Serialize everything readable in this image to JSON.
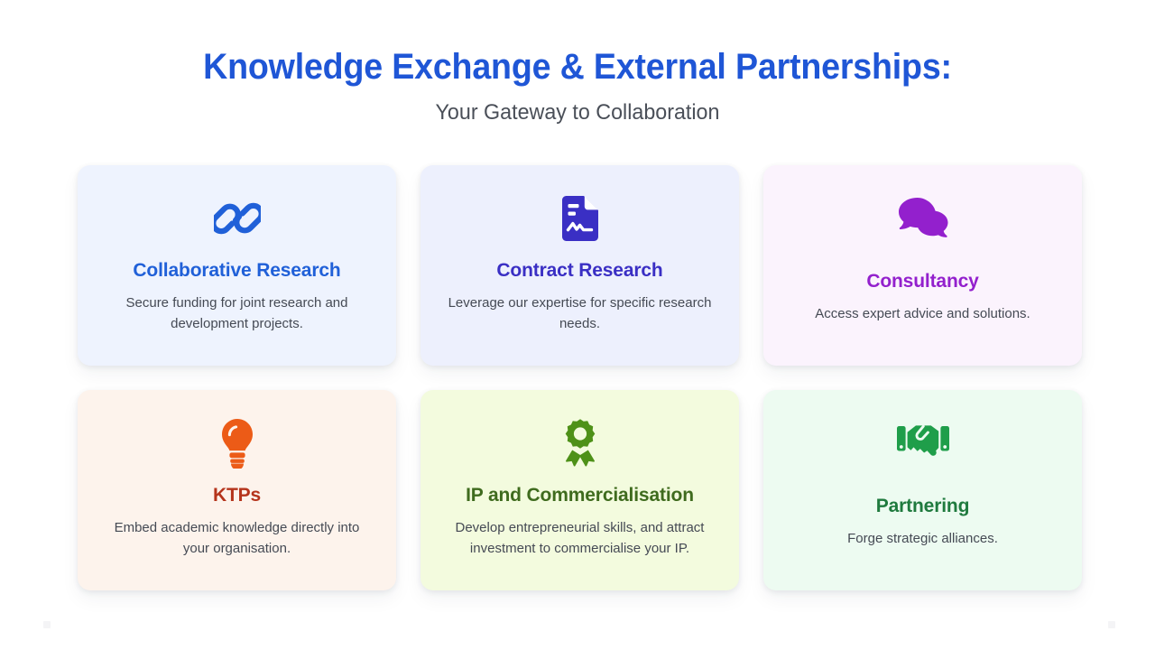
{
  "header": {
    "title": "Knowledge Exchange & External Partnerships:",
    "subtitle": "Your Gateway to Collaboration",
    "title_color": "#1f56d6",
    "subtitle_color": "#4a4f58"
  },
  "cards": [
    {
      "icon": "chain-link-icon",
      "title": "Collaborative Research",
      "description": "Secure funding for joint research and development projects.",
      "accent_color": "#2060d8",
      "background_color": "#eef3fe"
    },
    {
      "icon": "document-chart-icon",
      "title": "Contract Research",
      "description": "Leverage our expertise for specific research needs.",
      "accent_color": "#3a2fc4",
      "background_color": "#edf0fd"
    },
    {
      "icon": "speech-bubbles-icon",
      "title": "Consultancy",
      "description": "Access expert advice and solutions.",
      "accent_color": "#9320cd",
      "background_color": "#fbf3fd"
    },
    {
      "icon": "lightbulb-icon",
      "title": "KTPs",
      "description": "Embed academic knowledge directly into your organisation.",
      "accent_color": "#b5341c",
      "background_color": "#fdf3ec"
    },
    {
      "icon": "award-ribbon-icon",
      "title": "IP and Commercialisation",
      "description": "Develop entrepreneurial skills, and attract investment to commercialise your IP.",
      "accent_color": "#3f6b1e",
      "background_color": "#f3fbde"
    },
    {
      "icon": "handshake-icon",
      "title": "Partnering",
      "description": "Forge strategic alliances.",
      "accent_color": "#1f7a3e",
      "background_color": "#edfbf1"
    }
  ]
}
